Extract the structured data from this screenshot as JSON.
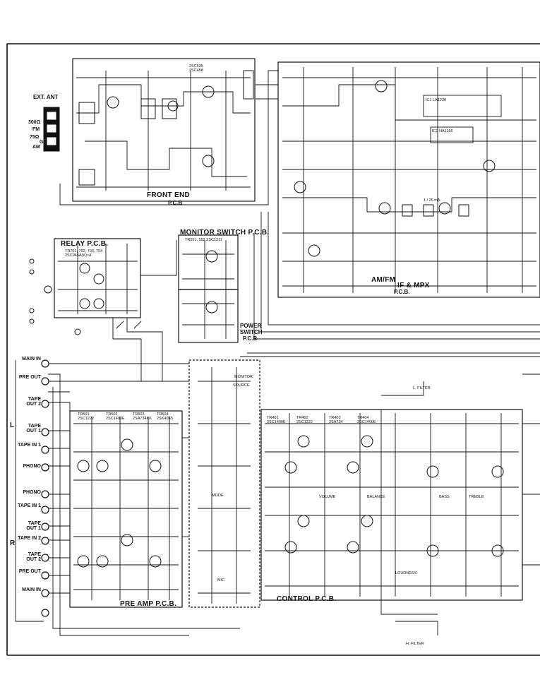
{
  "colors": {
    "ink": "#111111",
    "paper": "#ffffff"
  },
  "antenna": {
    "ext_ant": "EXT. ANT",
    "fm": "FM",
    "ohm_300": "300Ω",
    "ohm_75": "75Ω",
    "am": "AM",
    "g": "G"
  },
  "boards": {
    "front_end": "FRONT END",
    "front_end_pcb": "P.C.B",
    "relay": "RELAY  P.C.B.",
    "monitor_switch": "MONITOR SWITCH P.C.B.",
    "power_switch_1": "POWER",
    "power_switch_2": "SWITCH",
    "power_switch_3": "P.C.B",
    "am_fm": "AM/FM",
    "if_mpx": "IF & MPX",
    "am_fm_pcb": "P.C.B.",
    "pre_amp": "PRE AMP  P.C.B.",
    "control": "CONTROL  P.C.B."
  },
  "jacks": {
    "left_channel": "L",
    "right_channel": "R",
    "main_in_l": "MAIN IN",
    "pre_out_l": "PRE OUT",
    "tape_out2_l": "TAPE OUT 2",
    "tape_out1_l": "TAPE OUT 1",
    "tape_in1_l": "TAPE IN 1",
    "phono_l": "PHONO",
    "phono_r": "PHONO",
    "tape_in1_r": "TAPE IN 1",
    "tape_out1_r": "TAPE OUT 1",
    "tape_in2_r": "TAPE IN 2",
    "tape_out2_r": "TAPE OUT 2",
    "pre_out_r": "PRE OUT",
    "main_in_r": "MAIN IN"
  },
  "parts": {
    "fe_transistors": "2SC535\n2SC458",
    "relay_transistors": "TR701, 702, 703, 704\n2SC945A(K)×4",
    "monitor_transistors": "TR551, 552 2SC1211",
    "preamp_tr_l": "TR501\n2SC1222",
    "preamp_tr_l2": "TR502\n2SC1400E",
    "preamp_tr_l3": "TR503\n2SA734KK",
    "preamp_tr_l4": "TR504\n2SK40E5",
    "control_tr_l": "TR401\n2SC1400E",
    "control_tr_l2": "TR402\n2SC1222",
    "control_tr_l3": "TR403\n2SA734",
    "control_tr_l4": "TR404\n2SC1400E",
    "source": "SOURCE",
    "monitor": "MONITOR",
    "mic": "MIC",
    "h_filter": "H. FILTER",
    "l_filter": "L. FILTER",
    "bass": "BASS",
    "treble": "TREBLE",
    "if_ic": "IC1 LA1230",
    "mpx_ic": "IC2 HA1156",
    "volume": "VOLUME",
    "balance": "BALANCE",
    "loudness": "LOUDNESS",
    "mode": "MODE",
    "vr1": "1 / 25 mA"
  }
}
